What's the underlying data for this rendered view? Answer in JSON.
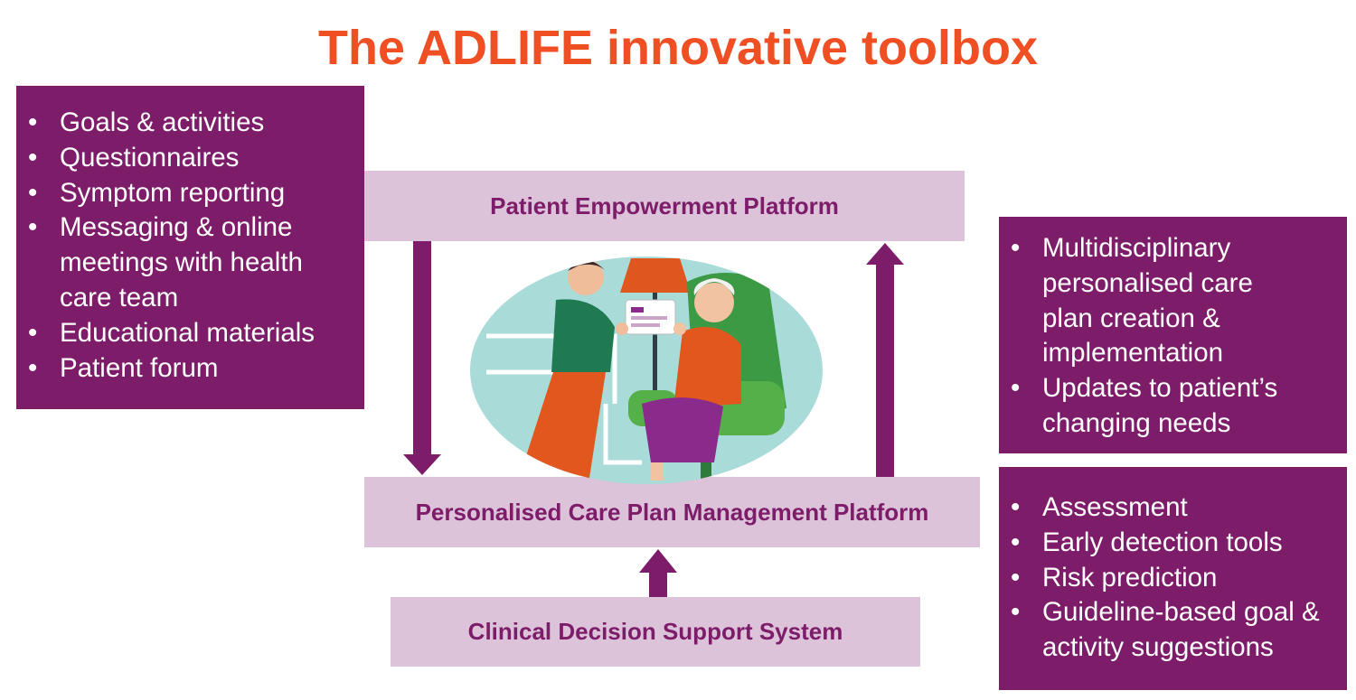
{
  "title": "The ADLIFE innovative toolbox",
  "colors": {
    "title": "#f04e23",
    "box_fill": "#7d1c69",
    "box_text": "#ffffff",
    "platform_fill": "#dcc3da",
    "platform_text": "#7d1c69",
    "arrow": "#7d1c69"
  },
  "patient_features": [
    "Goals & activities",
    "Questionnaires",
    "Symptom reporting",
    "Messaging & online meetings with health care team",
    "Educational materials",
    "Patient forum"
  ],
  "care_plan_features": [
    "Multidisciplinary personalised care plan creation & implementation",
    "Updates to patient’s changing needs"
  ],
  "decision_support_features": [
    "Assessment",
    "Early detection tools",
    "Risk prediction",
    "Guideline-based goal & activity suggestions"
  ],
  "platforms": {
    "patient_empowerment": "Patient Empowerment Platform",
    "care_plan_management": "Personalised Care Plan Management Platform",
    "clinical_decision_support": "Clinical Decision Support System"
  },
  "illustration": "caregiver-handing-tablet-to-elderly-woman"
}
